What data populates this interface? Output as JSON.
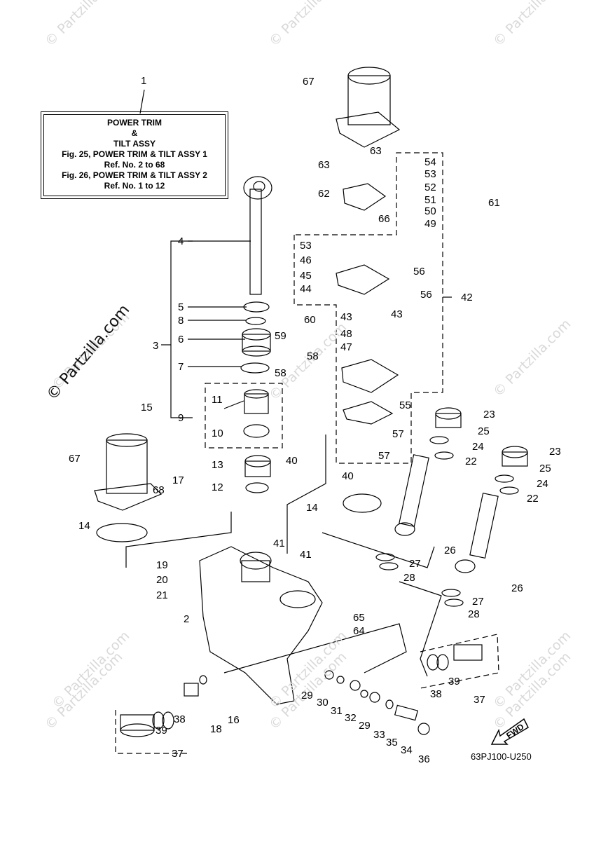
{
  "watermarks": [
    "© Partzilla.com",
    "© Partzilla.com",
    "© Partzilla.com",
    "© Partzilla.com",
    "© Partzilla.com",
    "© Partzilla.com",
    "© Partzilla.com",
    "© Partzilla.com",
    "© Partzilla.com",
    "© Partzilla.com",
    "© Partzilla.com",
    "© Partzilla.com"
  ],
  "main_watermark": "© Partzilla.com",
  "title_box": {
    "line1": "POWER TRIM",
    "line2": "&",
    "line3": "TILT ASSY",
    "line4": "Fig. 25, POWER TRIM & TILT ASSY 1",
    "line5": "Ref. No. 2 to 68",
    "line6": "Fig. 26, POWER TRIM & TILT ASSY 2",
    "line7": "Ref. No. 1 to 12"
  },
  "fwd_label": "FWD",
  "diagram_code": "63PJ100-U250",
  "callouts": [
    "1",
    "2",
    "3",
    "4",
    "5",
    "6",
    "7",
    "8",
    "9",
    "10",
    "11",
    "12",
    "13",
    "14",
    "14",
    "15",
    "16",
    "17",
    "18",
    "19",
    "20",
    "21",
    "22",
    "22",
    "23",
    "23",
    "24",
    "24",
    "25",
    "25",
    "26",
    "26",
    "27",
    "27",
    "28",
    "28",
    "29",
    "29",
    "30",
    "31",
    "32",
    "33",
    "34",
    "35",
    "36",
    "37",
    "37",
    "38",
    "38",
    "39",
    "39",
    "40",
    "40",
    "41",
    "41",
    "42",
    "43",
    "43",
    "44",
    "45",
    "46",
    "47",
    "48",
    "49",
    "50",
    "51",
    "52",
    "53",
    "53",
    "54",
    "55",
    "56",
    "56",
    "57",
    "57",
    "58",
    "58",
    "59",
    "60",
    "61",
    "62",
    "63",
    "63",
    "64",
    "65",
    "66",
    "67",
    "67",
    "68"
  ]
}
